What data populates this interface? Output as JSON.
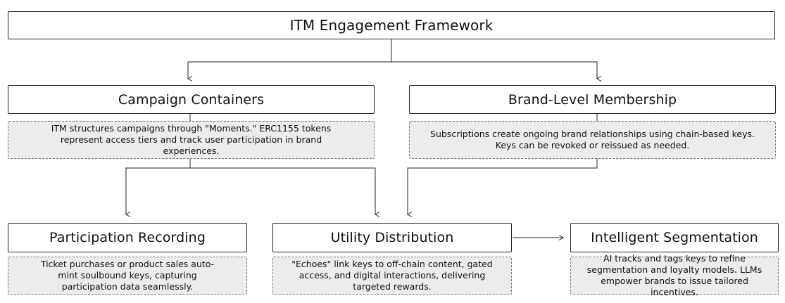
{
  "title": "ITM Engagement Framework",
  "nodes": {
    "campaign": {
      "label": "Campaign Containers",
      "note": "ITM structures campaigns through \"Moments.\" ERC1155 tokens represent access tiers and track user participation in brand experiences."
    },
    "membership": {
      "label": "Brand-Level Membership",
      "note": "Subscriptions create ongoing brand relationships using chain-based keys. Keys can be revoked or reissued as needed."
    },
    "participation": {
      "label": "Participation Recording",
      "note": "Ticket purchases or product sales auto-mint soulbound keys, capturing participation data seamlessly."
    },
    "utility": {
      "label": "Utility Distribution",
      "note": "\"Echoes\" link keys to off-chain content, gated access, and digital interactions, delivering targeted rewards."
    },
    "segmentation": {
      "label": "Intelligent Segmentation",
      "note": "AI tracks and tags keys to refine segmentation and loyalty models. LLMs empower brands to issue tailored incentives."
    }
  }
}
